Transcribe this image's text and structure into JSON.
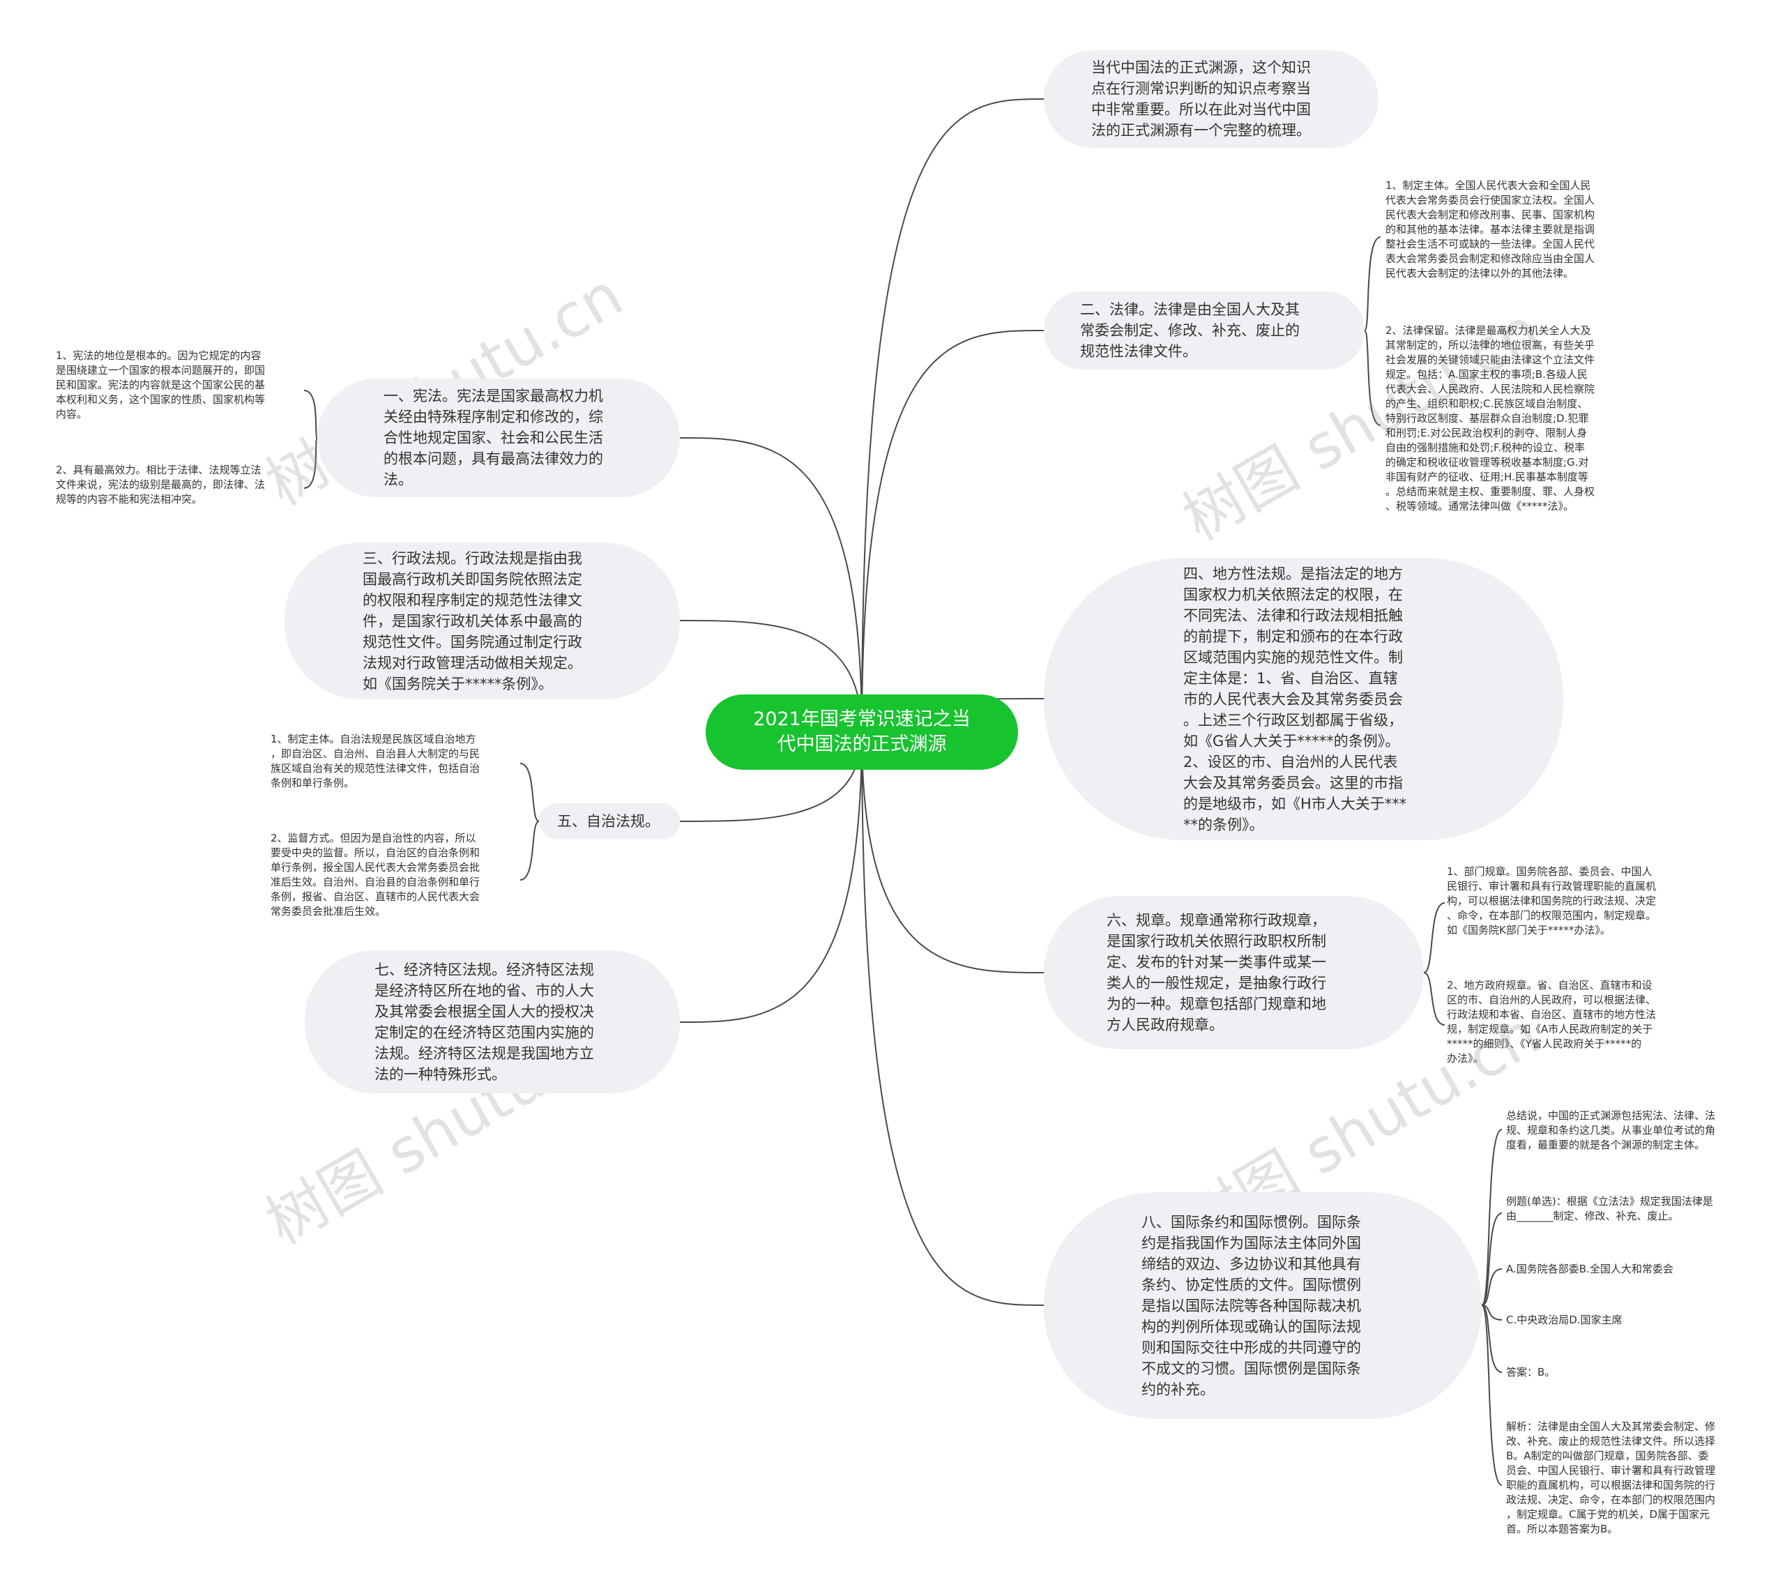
{
  "root": {
    "label": "2021年国考常识速记之当\n代中国法的正式渊源"
  },
  "branches": {
    "intro": {
      "label": "当代中国法的正式渊源，这个知识\n点在行测常识判断的知识点考察当\n中非常重要。所以在此对当代中国\n法的正式渊源有一个完整的梳理。"
    },
    "law": {
      "label": "二、法律。法律是由全国人大及其\n常委会制定、修改、补充、废止的\n规范性法律文件。",
      "children": [
        "1、制定主体。全国人民代表大会和全国人民\n代表大会常务委员会行使国家立法权。全国人\n民代表大会制定和修改刑事、民事、国家机构\n的和其他的基本法律。基本法律主要就是指调\n整社会生活不可或缺的一些法律。全国人民代\n表大会常务委员会制定和修改除应当由全国人\n民代表大会制定的法律以外的其他法律。",
        "2、法律保留。法律是最高权力机关全人大及\n其常制定的，所以法律的地位很高，有些关乎\n社会发展的关键领域只能由法律这个立法文件\n规定。包括：A.国家主权的事项;B.各级人民\n代表大会、人民政府、人民法院和人民检察院\n的产生、组织和职权;C.民族区域自治制度、\n特别行政区制度、基层群众自治制度;D.犯罪\n和刑罚;E.对公民政治权利的剥夺、限制人身\n自由的强制措施和处罚;F.税种的设立、税率\n的确定和税收征收管理等税收基本制度;G.对\n非国有财产的征收、征用;H.民事基本制度等\n。总结而来就是主权、重要制度、罪、人身权\n、税等领域。通常法律叫做《*****法》。"
      ]
    },
    "constitution": {
      "label": "一、宪法。宪法是国家最高权力机\n关经由特殊程序制定和修改的，综\n合性地规定国家、社会和公民生活\n的根本问题，具有最高法律效力的\n法。",
      "children": [
        "1、宪法的地位是根本的。因为它规定的内容\n是围绕建立一个国家的根本问题展开的，即国\n民和国家。宪法的内容就是这个国家公民的基\n本权利和义务，这个国家的性质、国家机构等\n内容。",
        "2、具有最高效力。相比于法律、法规等立法\n文件来说，宪法的级别是最高的，即法律、法\n规等的内容不能和宪法相冲突。"
      ]
    },
    "admin": {
      "label": "三、行政法规。行政法规是指由我\n国最高行政机关即国务院依照法定\n的权限和程序制定的规范性法律文\n件，是国家行政机关体系中最高的\n规范性文件。国务院通过制定行政\n法规对行政管理活动做相关规定。\n如《国务院关于*****条例》。"
    },
    "local": {
      "label": "四、地方性法规。是指法定的地方\n国家权力机关依照法定的权限，在\n不同宪法、法律和行政法规相抵触\n的前提下，制定和颁布的在本行政\n区域范围内实施的规范性文件。制\n定主体是：1、省、自治区、直辖\n市的人民代表大会及其常务委员会\n。上述三个行政区划都属于省级，\n如《G省人大关于*****的条例》。\n2、设区的市、自治州的人民代表\n大会及其常务委员会。这里的市指\n的是地级市，如《H市人大关于***\n**的条例》。"
    },
    "autonomy": {
      "label": "五、自治法规。",
      "children": [
        "1、制定主体。自治法规是民族区域自治地方\n，即自治区、自治州、自治县人大制定的与民\n族区域自治有关的规范性法律文件，包括自治\n条例和单行条例。",
        "2、监督方式。但因为是自治性的内容，所以\n要受中央的监督。所以，自治区的自治条例和\n单行条例，报全国人民代表大会常务委员会批\n准后生效。自治州、自治县的自治条例和单行\n条例，报省、自治区、直辖市的人民代表大会\n常务委员会批准后生效。"
      ]
    },
    "rules": {
      "label": "六、规章。规章通常称行政规章，\n是国家行政机关依照行政职权所制\n定、发布的针对某一类事件或某一\n类人的一般性规定，是抽象行政行\n为的一种。规章包括部门规章和地\n方人民政府规章。",
      "children": [
        "1、部门规章。国务院各部、委员会、中国人\n民银行、审计署和具有行政管理职能的直属机\n构，可以根据法律和国务院的行政法规、决定\n、命令，在本部门的权限范围内，制定规章。\n如《国务院K部门关于*****办法》。",
        "2、地方政府规章。省、自治区、直辖市和设\n区的市、自治州的人民政府，可以根据法律、\n行政法规和本省、自治区、直辖市的地方性法\n规，制定规章。如《A市人民政府制定的关于\n*****的细则》、《Y省人民政府关于*****的\n办法》。"
      ]
    },
    "sez": {
      "label": "七、经济特区法规。经济特区法规\n是经济特区所在地的省、市的人大\n及其常委会根据全国人大的授权决\n定制定的在经济特区范围内实施的\n法规。经济特区法规是我国地方立\n法的一种特殊形式。"
    },
    "intl": {
      "label": "八、国际条约和国际惯例。国际条\n约是指我国作为国际法主体同外国\n缔结的双边、多边协议和其他具有\n条约、协定性质的文件。国际惯例\n是指以国际法院等各种国际裁决机\n构的判例所体现或确认的国际法规\n则和国际交往中形成的共同遵守的\n不成文的习惯。国际惯例是国际条\n约的补充。",
      "children": [
        "总结说，中国的正式渊源包括宪法、法律、法\n规、规章和条约这几类。从事业单位考试的角\n度看，最重要的就是各个渊源的制定主体。",
        "例题(单选)：根据《立法法》规定我国法律是\n由_______制定、修改、补充、废止。",
        "A.国务院各部委B.全国人大和常委会",
        "C.中央政治局D.国家主席",
        "答案：B。",
        "解析：法律是由全国人大及其常委会制定、修\n改、补充、废止的规范性法律文件。所以选择\nB。A制定的叫做部门规章，国务院各部、委\n员会、中国人民银行、审计署和具有行政管理\n职能的直属机构，可以根据法律和国务院的行\n政法规、决定、命令，在本部门的权限范围内\n，制定规章。C属于党的机关，D属于国家元\n首。所以本题答案为B。"
      ]
    }
  },
  "watermark": "树图 shutu.cn",
  "colors": {
    "root": "#17c32f",
    "node": "#eef0f3",
    "line": "#4a4a4a"
  }
}
